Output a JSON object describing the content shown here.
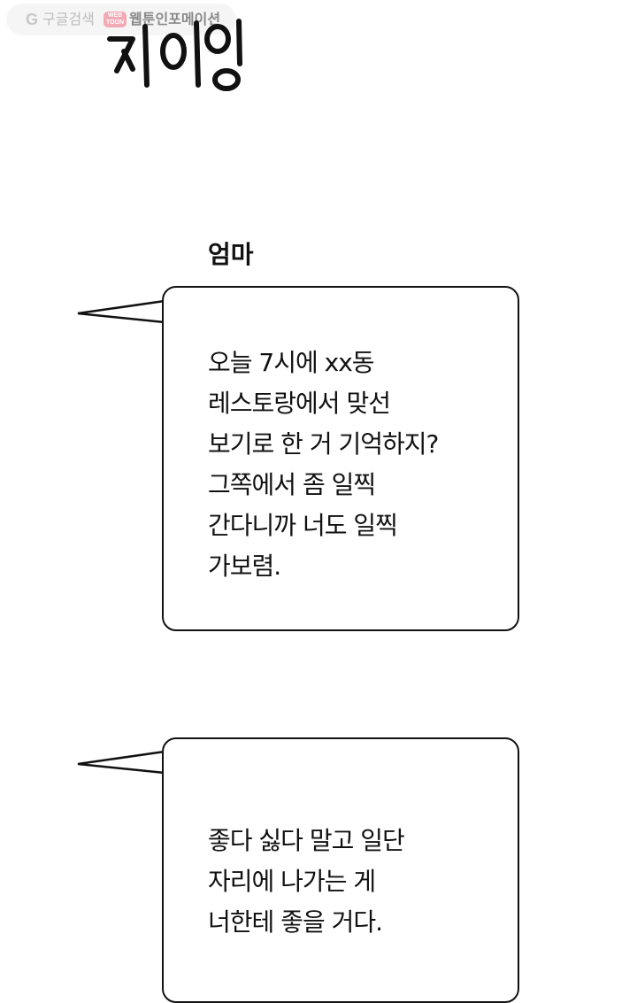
{
  "search_pill": {
    "google_glyph": "G",
    "search_text": "구글검색",
    "site_logo_text": "WEB TOON",
    "site_name": "웹툰인포메이션"
  },
  "sfx": {
    "icon": "handwritten-sound-effect"
  },
  "dialogue": [
    {
      "speaker": "엄마",
      "lines": [
        "오늘 7시에 xx동",
        "레스토랑에서 맞선",
        "보기로 한 거 기억하지?",
        "그쪽에서 좀 일찍",
        "간다니까 너도 일찍",
        "가보렴."
      ]
    },
    {
      "lines": [
        "좋다 싫다 말고 일단",
        "자리에 나가는 게",
        "너한테 좋을 거다."
      ]
    }
  ],
  "colors": {
    "ink": "#111111",
    "background": "#ffffff",
    "pill_bg": "#f5f5f5",
    "logo_pink": "#f2aab5"
  }
}
